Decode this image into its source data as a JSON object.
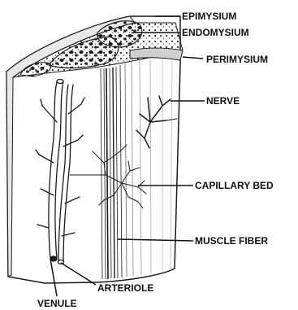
{
  "labels": {
    "epimysium": "EPIMYSIUM",
    "endomysium": "ENDOMYSIUM",
    "perimysium": "PERIMYSIUM",
    "nerve": "NERVE",
    "capillary_bed": "CAPILLARY BED",
    "muscle_fiber": "MUSCLE FIBER",
    "arteriole": "ARTERIOLE",
    "venule": "VENULE"
  }
}
